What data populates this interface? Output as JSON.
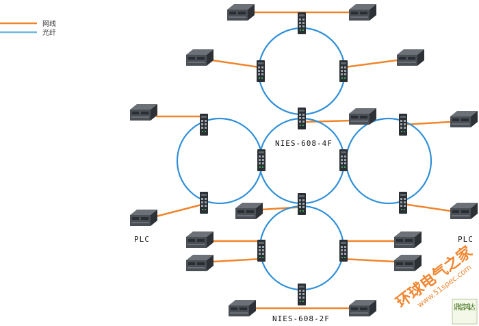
{
  "legend": {
    "ethernet_label": "网线",
    "fiber_label": "光纤",
    "ethernet_color": "#f0842a",
    "fiber_color": "#6fb8e0"
  },
  "labels": {
    "switch_4f": "NIES-608-4F",
    "switch_2f": "NIES-608-2F",
    "plc_left": "PLC",
    "plc_right": "PLC"
  },
  "watermark": {
    "site_name": "环球电气之家",
    "url": "www.51spec.com",
    "stamp": "鼎信鸿达"
  },
  "colors": {
    "ring": "#2f8fd8",
    "plc_body": "#4a4f55",
    "switch_body": "#2b2f33",
    "watermark": "#f07a1a"
  }
}
